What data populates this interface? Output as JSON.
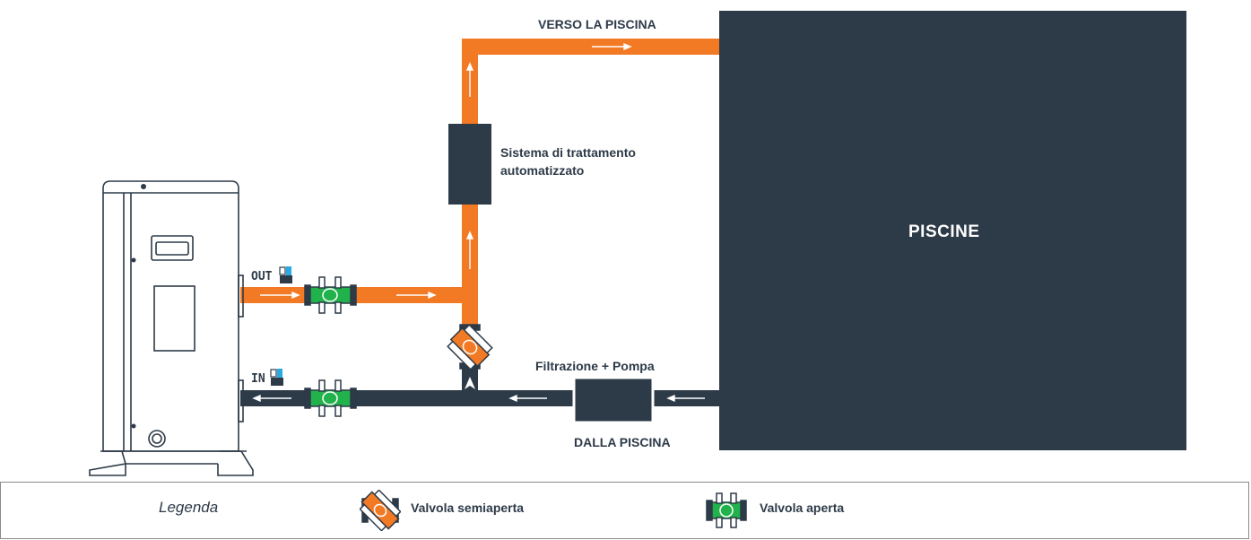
{
  "colors": {
    "hot_pipe": "#f37a24",
    "cold_pipe": "#2d3a48",
    "pool": "#2d3a48",
    "valve_green": "#22b24c",
    "valve_orange": "#f37a24"
  },
  "labels": {
    "to_pool": "VERSO LA PISCINA",
    "from_pool": "DALLA PISCINA",
    "pool": "PISCINE",
    "treatment": "Sistema di trattamento\nautomatizzato",
    "filtration": "Filtrazione + Pompa",
    "port_out": "OUT",
    "port_in": "IN"
  },
  "legend": {
    "title": "Legenda",
    "half_open": "Valvola semiaperta",
    "open": "Valvola aperta"
  }
}
